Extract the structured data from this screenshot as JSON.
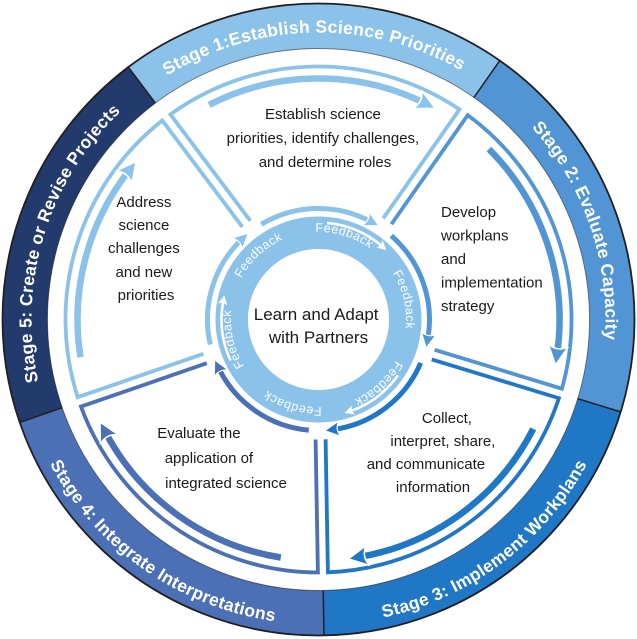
{
  "diagram": {
    "center_lines": [
      "Learn and Adapt",
      "with Partners"
    ],
    "feedback_label": "Feedback",
    "feedback_count": 6
  },
  "stages": [
    {
      "ring_label": "Stage 1:Establish Science Priorities",
      "ring_color": "#8BC2EA",
      "wedge_color": "#8BC2EA",
      "wedge_lines": [
        "Establish science",
        "priorities, identify challenges,",
        "and determine roles"
      ]
    },
    {
      "ring_label": "Stage 2: Evaluate Capacity",
      "ring_color": "#5295D4",
      "wedge_color": "#5295D4",
      "wedge_lines": [
        "Develop",
        "workplans",
        "and",
        "implementation",
        "strategy"
      ]
    },
    {
      "ring_label": "Stage 3: Implement Workplans",
      "ring_color": "#2077C6",
      "wedge_color": "#2077C6",
      "wedge_lines": [
        "Collect,",
        "interpret, share,",
        "and communicate",
        "information"
      ]
    },
    {
      "ring_label": "Stage 4: Integrate Interpretations",
      "ring_color": "#4B70B6",
      "wedge_color": "#4B70B6",
      "wedge_lines": [
        "Evaluate the",
        "application of",
        "integrated science"
      ]
    },
    {
      "ring_label": "Stage 5: Create or Revise Projects",
      "ring_color": "#223A6C",
      "wedge_color": "#8BC2EA",
      "wedge_lines": [
        "Address",
        "science",
        "challenges",
        "and new",
        "priorities"
      ]
    }
  ],
  "colors": {
    "outline": "#231F20",
    "hub_ring": "#8BC2EA",
    "arrow_halo": "#FFFFFF",
    "text": "#1A1A1A",
    "label_text": "#FFFFFF",
    "background": "#FFFFFF"
  }
}
